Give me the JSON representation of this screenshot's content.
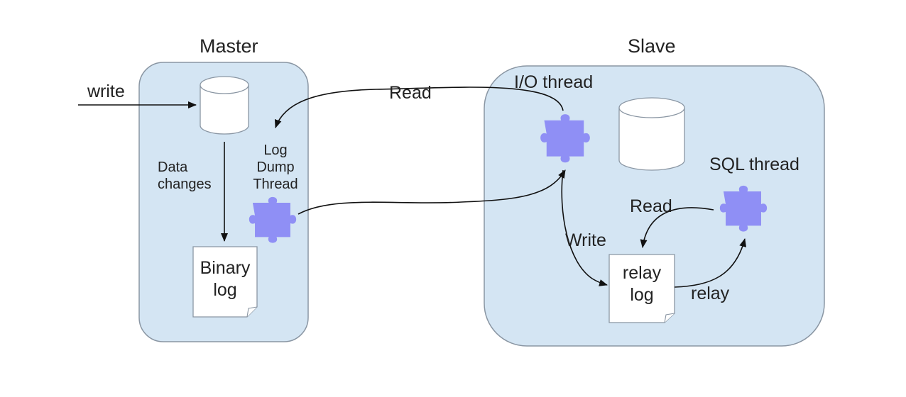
{
  "colors": {
    "panel_fill": "#d4e5f3",
    "panel_stroke": "#8a96a3",
    "puzzle_fill": "#8f8ff5",
    "arrow": "#111111",
    "cylinder_fill": "#ffffff",
    "document_fill": "#ffffff",
    "text": "#222222"
  },
  "icons": {
    "database": "database-cylinder-icon",
    "thread": "puzzle-piece-icon",
    "document": "document-icon"
  },
  "master": {
    "title": "Master",
    "binary_log": {
      "line1": "Binary",
      "line2": "log"
    },
    "dump_thread": {
      "line1": "Log",
      "line2": "Dump",
      "line3": "Thread"
    },
    "data_changes": {
      "line1": "Data",
      "line2": "changes"
    }
  },
  "slave": {
    "title": "Slave",
    "io_thread": "I/O thread",
    "sql_thread": "SQL thread",
    "relay_log": {
      "line1": "relay",
      "line2": "log"
    }
  },
  "edges": {
    "write_in": "write",
    "read_dump": "Read",
    "write_relay": "Write",
    "read_relay": "Read",
    "relay": "relay"
  }
}
